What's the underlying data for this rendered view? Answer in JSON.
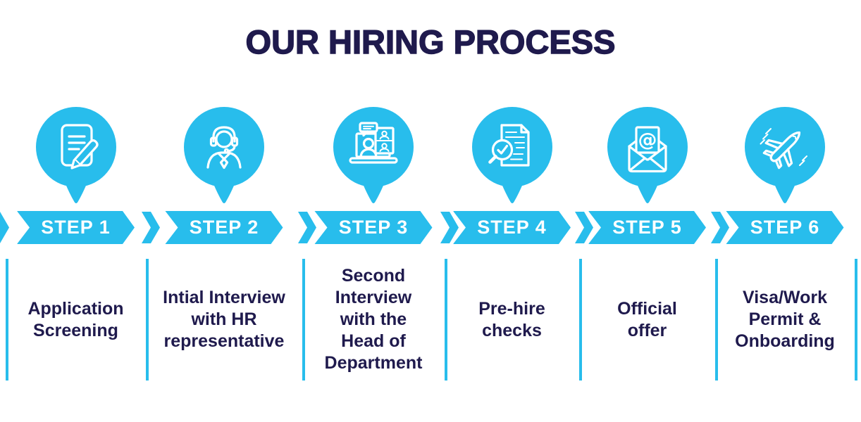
{
  "title": "OUR HIRING PROCESS",
  "colors": {
    "accent_cyan": "#28bdec",
    "text_navy": "#1f1a4d",
    "banner_text_white": "#ffffff"
  },
  "steps": [
    {
      "label": "STEP 1",
      "icon": "document-edit-icon",
      "description_lines": [
        "Application",
        "Screening"
      ]
    },
    {
      "label": "STEP 2",
      "icon": "hr-headset-person-icon",
      "description_lines": [
        "Intial Interview",
        "with HR",
        "representative"
      ]
    },
    {
      "label": "STEP 3",
      "icon": "video-call-laptop-icon",
      "description_lines": [
        "Second",
        "Interview",
        "with the",
        "Head of",
        "Department"
      ]
    },
    {
      "label": "STEP 4",
      "icon": "document-search-check-icon",
      "description_lines": [
        "Pre-hire",
        "checks"
      ]
    },
    {
      "label": "STEP 5",
      "icon": "email-at-envelope-icon",
      "description_lines": [
        "Official",
        "offer"
      ]
    },
    {
      "label": "STEP 6",
      "icon": "airplane-icon",
      "description_lines": [
        "Visa/Work",
        "Permit &",
        "Onboarding"
      ]
    }
  ]
}
